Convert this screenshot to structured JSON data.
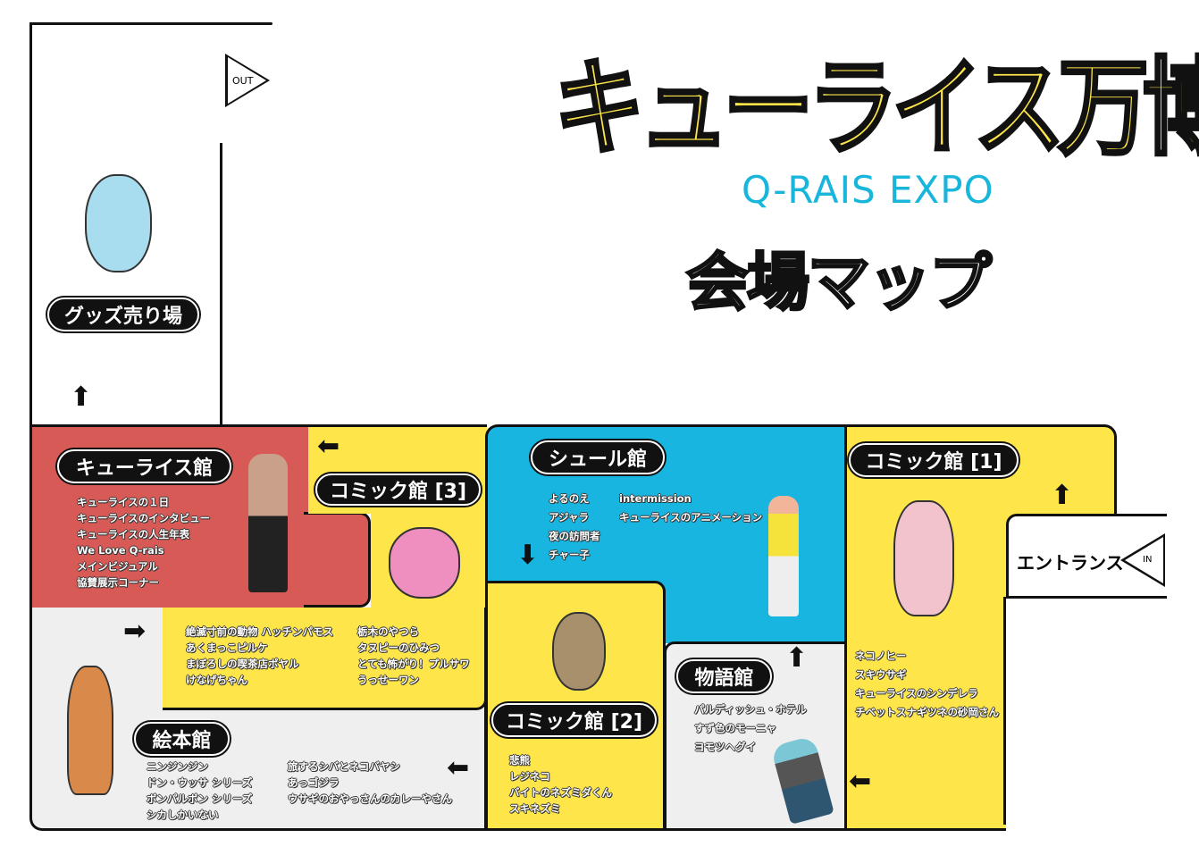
{
  "title": {
    "main": "キューライス万博",
    "sub": "Q-RAIS EXPO",
    "map": "会場マップ"
  },
  "colors": {
    "red": "#d85a56",
    "yellow": "#fde54a",
    "blue": "#18b5e0",
    "gray": "#efefef",
    "title_yellow": "#fde54a",
    "title_cyan": "#19b6dc"
  },
  "exit": {
    "label": "OUT"
  },
  "entrance": {
    "label": "エントランス",
    "marker": "IN"
  },
  "goods": {
    "label": "グッズ売り場"
  },
  "halls": {
    "qrais": {
      "label": "キューライス館",
      "items": [
        "キューライスの１日",
        "キューライスのインタビュー",
        "キューライスの人生年表",
        "We Love Q-rais",
        "メインビジュアル",
        "協賛展示コーナー"
      ]
    },
    "comic3": {
      "label": "コミック館 [3]",
      "items_left": [
        "絶滅寸前の動物 ハッチンパモス",
        "あくまっこピルケ",
        "まぼろしの喫茶店ポヤル",
        "けなげちゃん"
      ],
      "items_right": [
        "栃木のやつら",
        "タヌピーのひみつ",
        "とても怖がり！プルサワ",
        "うっせーワン"
      ]
    },
    "ehon": {
      "label": "絵本館",
      "items_left": [
        "ニンジンジン",
        "ドン・ウッサ シリーズ",
        "ボンパルボン シリーズ",
        "シカしかいない"
      ],
      "items_right": [
        "旅するシバとネコバヤシ",
        "あっゴジラ",
        "ウサギのおやっさんのカレーやさん"
      ]
    },
    "surreal": {
      "label": "シュール館",
      "items_left": [
        "よるのえ",
        "アジャラ",
        "夜の訪問者",
        "チャー子"
      ],
      "items_right": [
        "intermission",
        "キューライスのアニメーション"
      ]
    },
    "comic2": {
      "label": "コミック館 [2]",
      "items": [
        "悲熊",
        "レジネコ",
        "バイトのネズミダくん",
        "スキネズミ"
      ]
    },
    "story": {
      "label": "物語館",
      "items": [
        "パルディッシュ・ホテル",
        "すず色のモーニャ",
        "ヨモツヘグイ"
      ]
    },
    "comic1": {
      "label": "コミック館 [1]",
      "items": [
        "ネコノヒー",
        "スキウサギ",
        "キューライスのシンデレラ",
        "チベットスナギツネの砂岡さん"
      ]
    }
  }
}
